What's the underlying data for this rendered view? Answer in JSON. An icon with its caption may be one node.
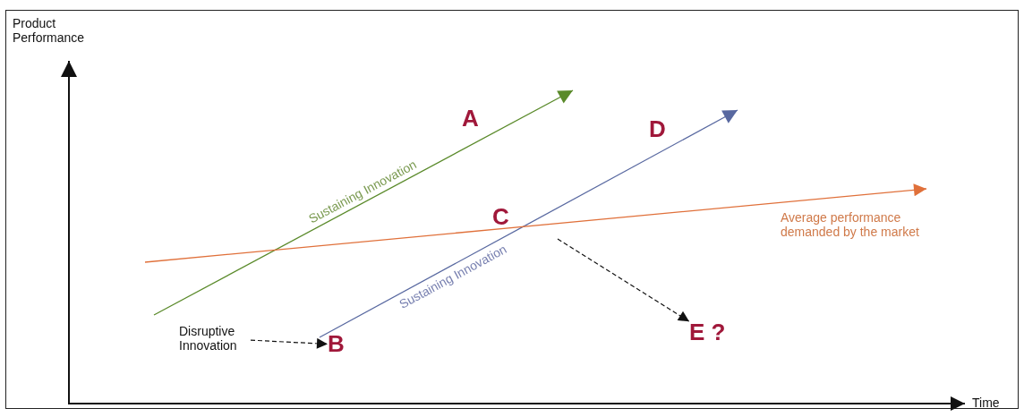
{
  "diagram": {
    "nodes": [
      {
        "text": [
          "B"
        ]
      },
      {
        "text": [
          "E ?"
        ]
      },
      {
        "text": [
          "Disruptive Innovation"
        ]
      }
    ],
    "edges": [
      {
        "from": 2,
        "to": 0,
        "arrow": "to",
        "style": "dashed"
      },
      {
        "from": null,
        "to": 1,
        "arrow": "to",
        "style": "dashed"
      }
    ],
    "labels": [
      "Product Performance",
      "A",
      "Sustaining Innovation",
      "D",
      "C",
      "Average performance demanded by the market",
      "Sustaining Innovation",
      "Time"
    ]
  }
}
